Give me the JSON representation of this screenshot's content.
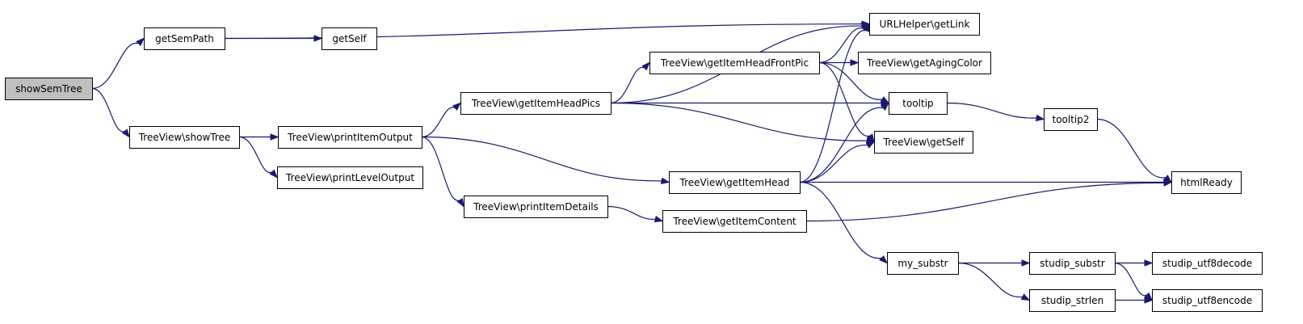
{
  "nodes": {
    "showSemTree": {
      "label": "showSemTree",
      "root": true
    },
    "getSemPath": {
      "label": "getSemPath"
    },
    "getSelf": {
      "label": "getSelf"
    },
    "urlhelperGetLink": {
      "label": "URLHelper\\getLink"
    },
    "treeviewShowTree": {
      "label": "TreeView\\showTree"
    },
    "treeviewPrintItemOutput": {
      "label": "TreeView\\printItemOutput"
    },
    "treeviewPrintLevelOutput": {
      "label": "TreeView\\printLevelOutput"
    },
    "treeviewGetItemHeadPics": {
      "label": "TreeView\\getItemHeadPics"
    },
    "treeviewGetItemHeadFrontPic": {
      "label": "TreeView\\getItemHeadFrontPic"
    },
    "treeviewGetAgingColor": {
      "label": "TreeView\\getAgingColor"
    },
    "tooltip": {
      "label": "tooltip"
    },
    "tooltip2": {
      "label": "tooltip2"
    },
    "treeviewGetSelf": {
      "label": "TreeView\\getSelf"
    },
    "treeviewGetItemHead": {
      "label": "TreeView\\getItemHead"
    },
    "htmlReady": {
      "label": "htmlReady"
    },
    "treeviewPrintItemDetails": {
      "label": "TreeView\\printItemDetails"
    },
    "treeviewGetItemContent": {
      "label": "TreeView\\getItemContent"
    },
    "mySubstr": {
      "label": "my_substr"
    },
    "studipSubstr": {
      "label": "studip_substr"
    },
    "studipUtf8decode": {
      "label": "studip_utf8decode"
    },
    "studipStrlen": {
      "label": "studip_strlen"
    },
    "studipUtf8encode": {
      "label": "studip_utf8encode"
    }
  },
  "edges": [
    [
      "showSemTree",
      "getSemPath"
    ],
    [
      "showSemTree",
      "treeviewShowTree"
    ],
    [
      "getSemPath",
      "getSelf"
    ],
    [
      "getSemPath",
      "urlhelperGetLink"
    ],
    [
      "treeviewShowTree",
      "treeviewPrintItemOutput"
    ],
    [
      "treeviewShowTree",
      "treeviewPrintLevelOutput"
    ],
    [
      "treeviewPrintItemOutput",
      "treeviewGetItemHeadPics"
    ],
    [
      "treeviewPrintItemOutput",
      "treeviewPrintItemDetails"
    ],
    [
      "treeviewPrintItemOutput",
      "treeviewGetItemHead"
    ],
    [
      "treeviewGetItemHeadPics",
      "urlhelperGetLink"
    ],
    [
      "treeviewGetItemHeadPics",
      "treeviewGetItemHeadFrontPic"
    ],
    [
      "treeviewGetItemHeadPics",
      "tooltip"
    ],
    [
      "treeviewGetItemHeadPics",
      "treeviewGetSelf"
    ],
    [
      "treeviewGetItemHeadFrontPic",
      "urlhelperGetLink"
    ],
    [
      "treeviewGetItemHeadFrontPic",
      "treeviewGetAgingColor"
    ],
    [
      "treeviewGetItemHeadFrontPic",
      "tooltip"
    ],
    [
      "treeviewGetItemHeadFrontPic",
      "treeviewGetSelf"
    ],
    [
      "tooltip",
      "tooltip2"
    ],
    [
      "tooltip2",
      "htmlReady"
    ],
    [
      "treeviewGetItemHead",
      "urlhelperGetLink"
    ],
    [
      "treeviewGetItemHead",
      "tooltip"
    ],
    [
      "treeviewGetItemHead",
      "treeviewGetSelf"
    ],
    [
      "treeviewGetItemHead",
      "htmlReady"
    ],
    [
      "treeviewGetItemHead",
      "mySubstr"
    ],
    [
      "treeviewPrintItemDetails",
      "treeviewGetItemContent"
    ],
    [
      "treeviewGetItemContent",
      "htmlReady"
    ],
    [
      "mySubstr",
      "studipSubstr"
    ],
    [
      "mySubstr",
      "studipStrlen"
    ],
    [
      "studipSubstr",
      "studipUtf8decode"
    ],
    [
      "studipSubstr",
      "studipUtf8encode"
    ],
    [
      "studipStrlen",
      "studipUtf8encode"
    ]
  ]
}
